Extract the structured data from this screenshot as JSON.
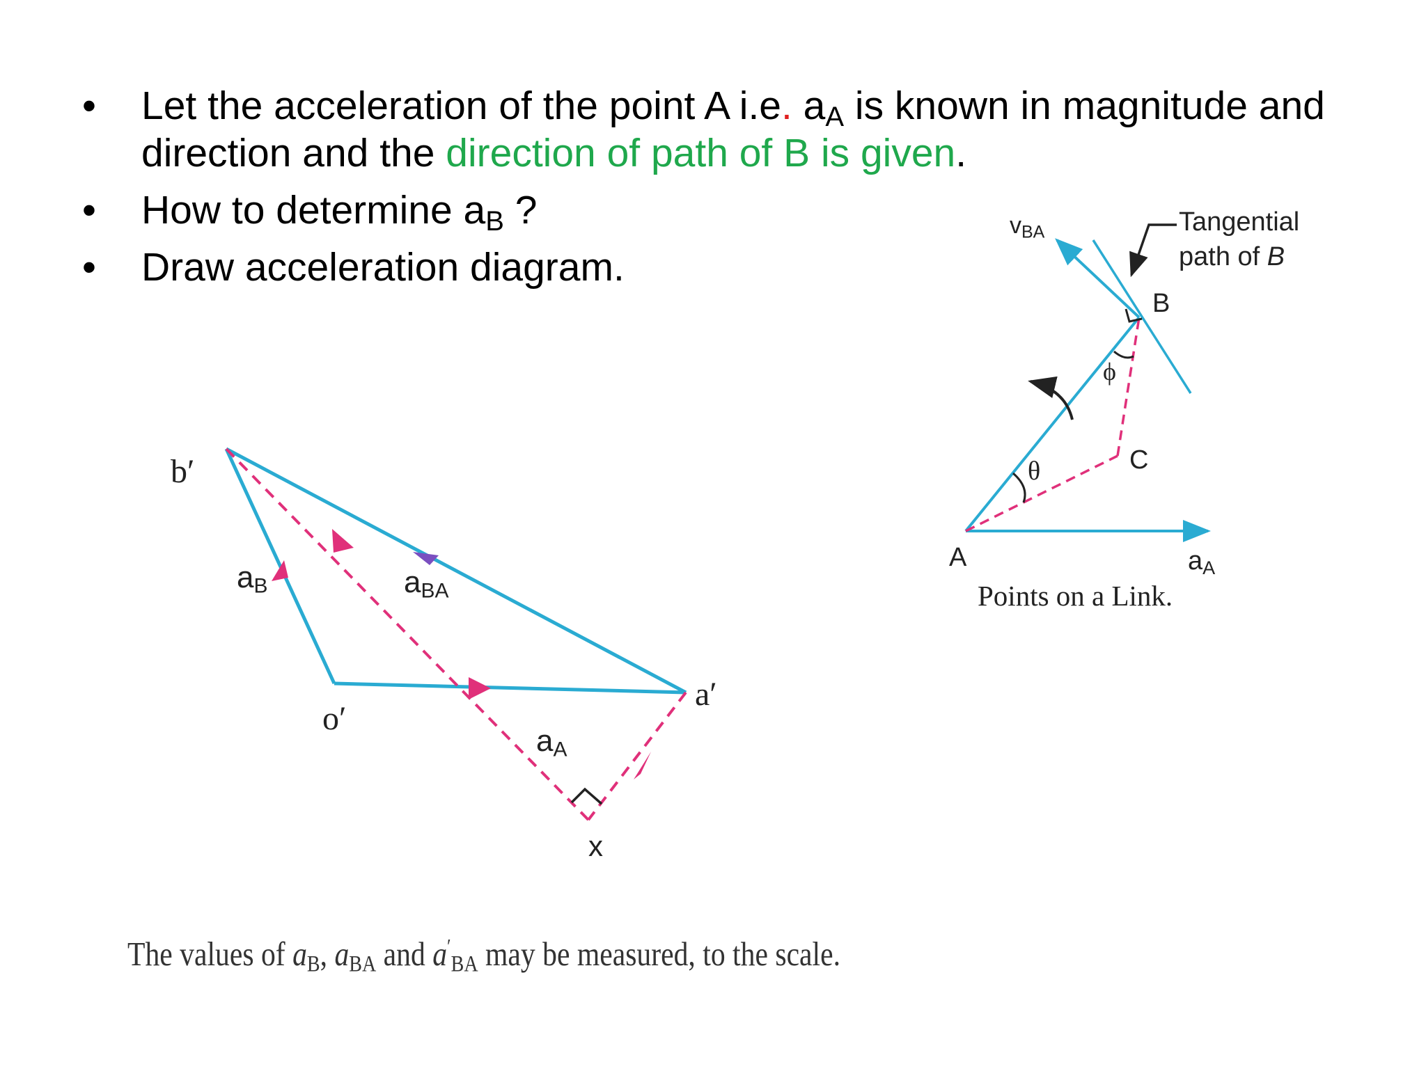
{
  "bullets": [
    {
      "t1": "Let the acceleration of the point A i.e",
      "dot": ".",
      "t2": " a",
      "sub": "A",
      "t3": " is known in magnitude and direction and the ",
      "green": "direction of path of B is given",
      "t4": "."
    },
    {
      "t1": "How to determine a",
      "sub": "B",
      "t2": " ?"
    },
    {
      "t1": "Draw acceleration diagram."
    }
  ],
  "bullet_symbol": "•",
  "accel_diagram": {
    "labels": {
      "b_prime": "b′",
      "o_prime": "o′",
      "a_prime": "a′",
      "x": "x",
      "aB_main": "a",
      "aB_sub": "B",
      "aBA_main": "a",
      "aBA_sub": "BA",
      "aA_main": "a",
      "aA_sub": "A"
    }
  },
  "link_figure": {
    "labels": {
      "vBA_main": "v",
      "vBA_sub": "BA",
      "tangential_line1": "Tangential",
      "tangential_line2_prefix": "path of ",
      "tangential_line2_B": "B",
      "B": "B",
      "phi": "ϕ",
      "C": "C",
      "theta": "θ",
      "A": "A",
      "aA_main": "a",
      "aA_sub": "A"
    },
    "caption": "Points on a Link."
  },
  "bottom_caption": {
    "t1": "The values of ",
    "a1": "a",
    "s1": "B",
    "sep1": ", ",
    "a2": "a",
    "s2": "BA",
    "t2": " and ",
    "a3": "a",
    "prime": "′",
    "s3": "BA",
    "t3": " may be measured, to the scale."
  },
  "colors": {
    "cyan": "#2aabd2",
    "magenta": "#e0307a",
    "green": "#1fa84c",
    "red": "#e02020",
    "dark": "#222222"
  }
}
